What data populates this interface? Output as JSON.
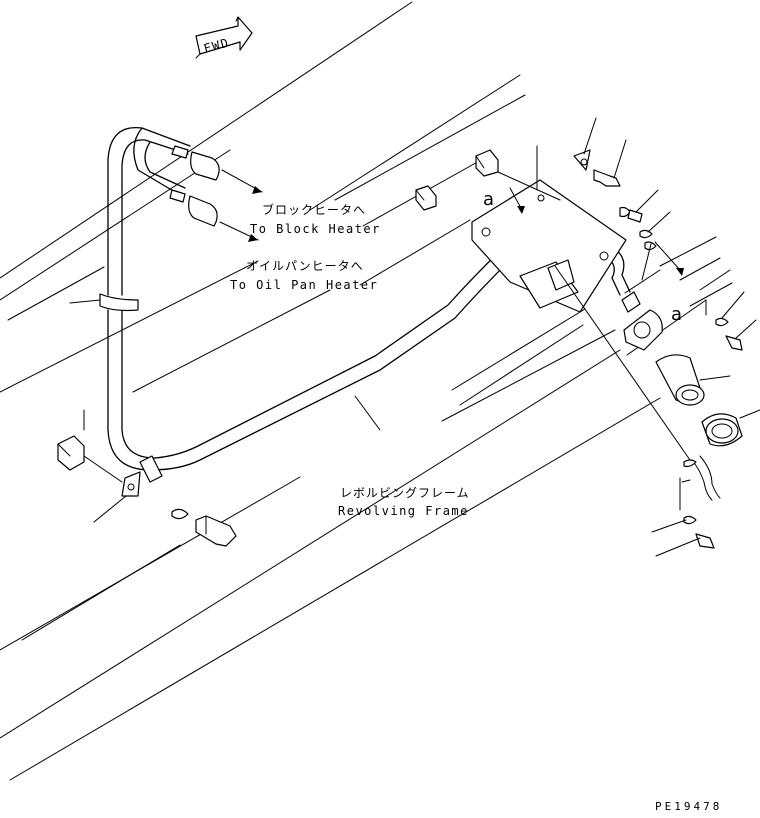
{
  "labels": {
    "fwd": "FWD",
    "block_heater_jp": "ブロックヒータへ",
    "block_heater_en": "To Block Heater",
    "oil_pan_heater_jp": "オイルパンヒータへ",
    "oil_pan_heater_en": "To Oil Pan Heater",
    "revolving_frame_jp": "レボルビングフレーム",
    "revolving_frame_en": "Revolving Frame",
    "detail_mark_1": "a",
    "detail_mark_2": "a",
    "drawing_code": "PE19478"
  }
}
